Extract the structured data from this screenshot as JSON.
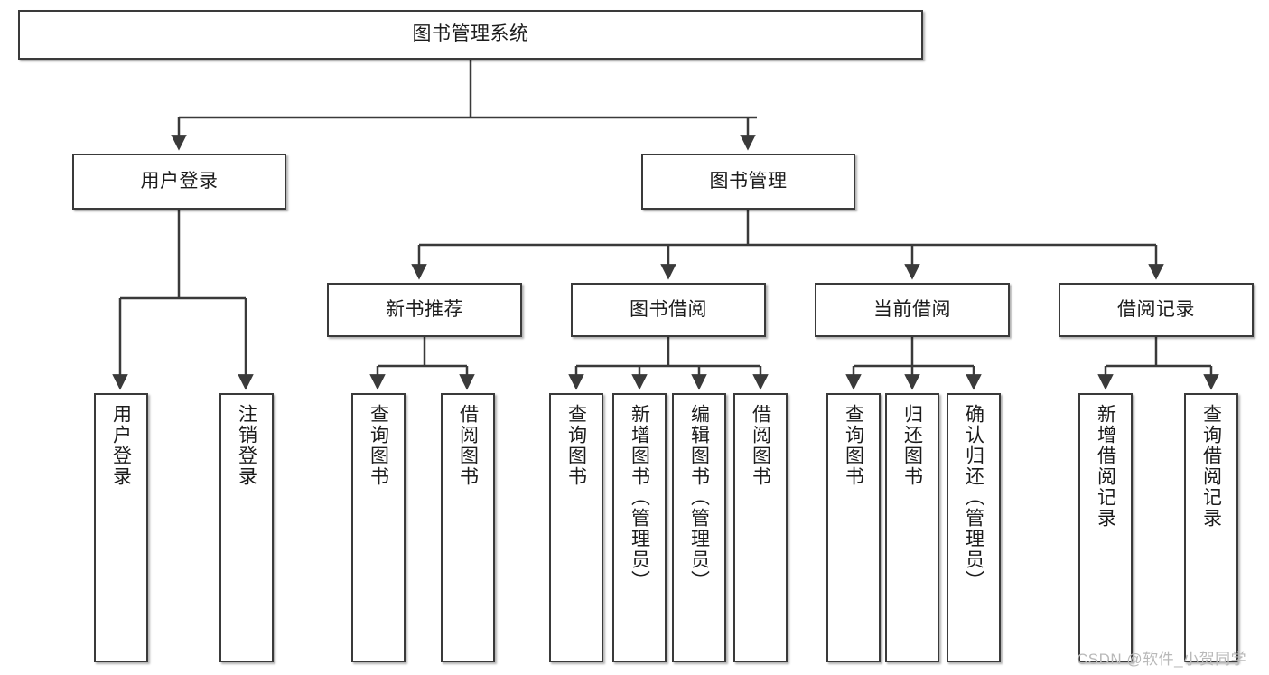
{
  "diagram": {
    "title": "图书管理系统",
    "type": "tree-functional-structure",
    "watermark": "CSDN @软件_小贺同学",
    "colors": {
      "node_border": "#3a3a3a",
      "node_fill": "#ffffff",
      "edge": "#3a3a3a",
      "text": "#1c1c1c",
      "watermark": "#b9b9b9",
      "background": "#ffffff"
    }
  },
  "nodes": {
    "root": {
      "label": "图书管理系统"
    },
    "level2": [
      {
        "id": "user-login",
        "label": "用户登录"
      },
      {
        "id": "book-management",
        "label": "图书管理"
      }
    ],
    "level3": [
      {
        "id": "new-book-recommend",
        "label": "新书推荐"
      },
      {
        "id": "book-borrow",
        "label": "图书借阅"
      },
      {
        "id": "current-borrow",
        "label": "当前借阅"
      },
      {
        "id": "borrow-record",
        "label": "借阅记录"
      }
    ],
    "leaves": {
      "user_login": [
        {
          "id": "leaf-user-login",
          "label": "用户登录"
        },
        {
          "id": "leaf-logout-login",
          "label": "注销登录"
        }
      ],
      "new_book_recommend": [
        {
          "id": "leaf-query-book-1",
          "label": "查询图书"
        },
        {
          "id": "leaf-borrow-book-1",
          "label": "借阅图书"
        }
      ],
      "book_borrow": [
        {
          "id": "leaf-query-book-2",
          "label": "查询图书"
        },
        {
          "id": "leaf-add-book",
          "label": "新增图书（管理员）"
        },
        {
          "id": "leaf-edit-book",
          "label": "编辑图书（管理员）"
        },
        {
          "id": "leaf-borrow-book-2",
          "label": "借阅图书"
        }
      ],
      "current_borrow": [
        {
          "id": "leaf-query-book-3",
          "label": "查询图书"
        },
        {
          "id": "leaf-return-book",
          "label": "归还图书"
        },
        {
          "id": "leaf-confirm-return",
          "label": "确认归还（管理员）"
        }
      ],
      "borrow_record": [
        {
          "id": "leaf-add-record",
          "label": "新增借阅记录"
        },
        {
          "id": "leaf-query-record",
          "label": "查询借阅记录"
        }
      ]
    }
  }
}
